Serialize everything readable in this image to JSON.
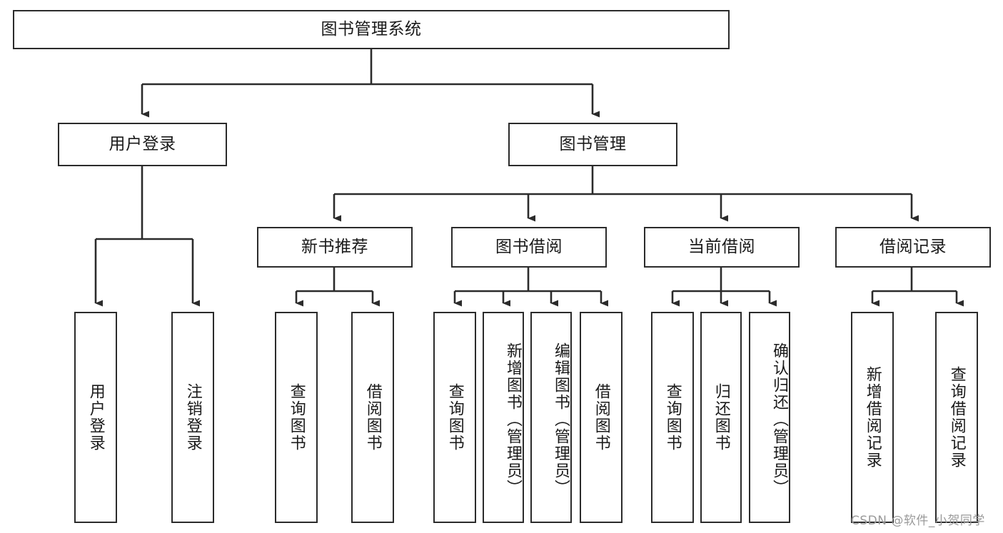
{
  "diagram": {
    "title": "图书管理系统",
    "type": "tree-structure-chart",
    "colors": {
      "box_border": "#2b2b2b",
      "box_fill": "#ffffff",
      "edge": "#2b2b2b",
      "text": "#1a1a1a",
      "watermark": "#9a9a9a",
      "background": "#ffffff"
    }
  },
  "root": {
    "label": "图书管理系统"
  },
  "level2": [
    {
      "label": "用户登录"
    },
    {
      "label": "图书管理"
    }
  ],
  "level3": [
    {
      "label": "新书推荐"
    },
    {
      "label": "图书借阅"
    },
    {
      "label": "当前借阅"
    },
    {
      "label": "借阅记录"
    }
  ],
  "leaves": {
    "user_login": [
      {
        "label": "用户登录"
      },
      {
        "label": "注销登录"
      }
    ],
    "new_book_recommend": [
      {
        "label": "查询图书"
      },
      {
        "label": "借阅图书"
      }
    ],
    "book_borrow": [
      {
        "label": "查询图书"
      },
      {
        "label": "新增图书（管理员）"
      },
      {
        "label": "编辑图书（管理员）"
      },
      {
        "label": "借阅图书"
      }
    ],
    "current_borrow": [
      {
        "label": "查询图书"
      },
      {
        "label": "归还图书"
      },
      {
        "label": "确认归还（管理员）"
      }
    ],
    "borrow_record": [
      {
        "label": "新增借阅记录"
      },
      {
        "label": "查询借阅记录"
      }
    ]
  },
  "watermark": {
    "text": "CSDN @软件_小贺同学"
  }
}
